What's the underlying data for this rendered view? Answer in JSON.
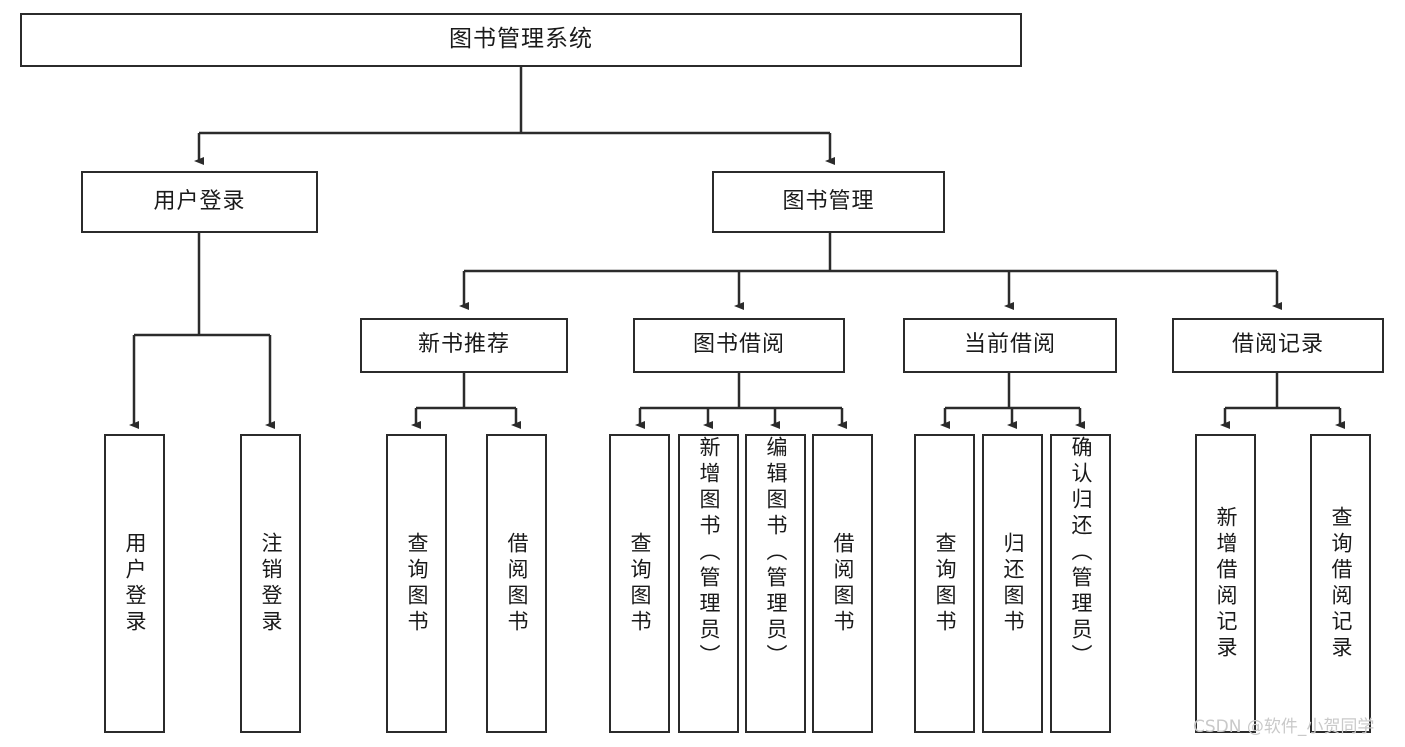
{
  "diagram": {
    "title": "图书管理系统",
    "root": {
      "id": "root",
      "label": "图书管理系统"
    },
    "level2": [
      {
        "id": "user-login",
        "label": "用户登录"
      },
      {
        "id": "book-management",
        "label": "图书管理"
      }
    ],
    "level3": [
      {
        "id": "new-book-recommend",
        "label": "新书推荐"
      },
      {
        "id": "book-borrow",
        "label": "图书借阅"
      },
      {
        "id": "current-borrow",
        "label": "当前借阅"
      },
      {
        "id": "borrow-record",
        "label": "借阅记录"
      }
    ],
    "leaves": {
      "user_login": [
        {
          "id": "leaf-user-login",
          "label": "用户登录"
        },
        {
          "id": "leaf-logout-login",
          "label": "注销登录"
        }
      ],
      "new_book_recommend": [
        {
          "id": "leaf-query-book-1",
          "label": "查询图书"
        },
        {
          "id": "leaf-borrow-book-1",
          "label": "借阅图书"
        }
      ],
      "book_borrow": [
        {
          "id": "leaf-query-book-2",
          "label": "查询图书"
        },
        {
          "id": "leaf-add-book",
          "label": "新增图书（管理员）"
        },
        {
          "id": "leaf-edit-book",
          "label": "编辑图书（管理员）"
        },
        {
          "id": "leaf-borrow-book-2",
          "label": "借阅图书"
        }
      ],
      "current_borrow": [
        {
          "id": "leaf-query-book-3",
          "label": "查询图书"
        },
        {
          "id": "leaf-return-book",
          "label": "归还图书"
        },
        {
          "id": "leaf-confirm-return",
          "label": "确认归还（管理员）"
        }
      ],
      "borrow_record": [
        {
          "id": "leaf-add-record",
          "label": "新增借阅记录"
        },
        {
          "id": "leaf-query-record",
          "label": "查询借阅记录"
        }
      ]
    }
  },
  "watermark": {
    "text": "CSDN @软件_小贺同学"
  },
  "colors": {
    "border": "#2b2b2b",
    "text": "#1a1a1a",
    "background": "#ffffff",
    "watermark": "#c9c9c9"
  }
}
